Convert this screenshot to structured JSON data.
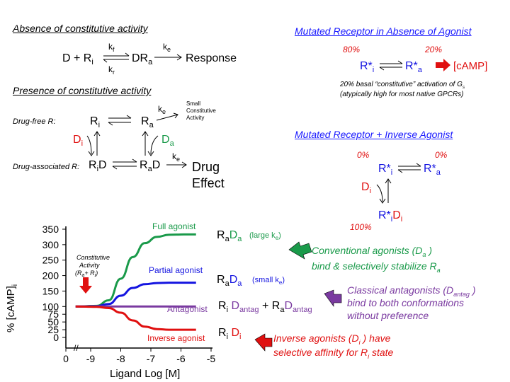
{
  "colors": {
    "full_agonist": "#1a9a4a",
    "partial_agonist": "#1414e0",
    "antagonist": "#7a3aa0",
    "inverse_agonist": "#e01010",
    "title_blue": "#1a1aff"
  },
  "top_left": {
    "absence_title": "Absence of constitutive activity",
    "presence_title": "Presence of constitutive activity",
    "eq1_left": "D + R",
    "eq1_kf": "k",
    "eq1_kr": "k",
    "eq1_mid": "DR",
    "eq1_ke": "k",
    "eq1_right": "Response",
    "drug_free_label": "Drug-free R:",
    "drug_assoc_label": "Drug-associated R:",
    "small_const": "Small",
    "small_const2": "Constitutive",
    "small_const3": "Activity",
    "drug_effect1": "Drug",
    "drug_effect2": "Effect"
  },
  "right": {
    "mutated_title": "Mutated Receptor in Absence of Agonist",
    "pct_80": "80%",
    "pct_20": "20%",
    "camp": "[cAMP]",
    "basal_line1": "20% basal “constitutive” activation of G",
    "basal_line2": "(atypically high for most native GPCRs)",
    "inverse_title": "Mutated Receptor + Inverse Agonist",
    "pct_0a": "0%",
    "pct_0b": "0%",
    "pct_100": "100%"
  },
  "chart_data": {
    "type": "line",
    "ylabel": "% [cAMP]",
    "xlabel": "Ligand Log [M]",
    "x_ticks": [
      "0",
      "-9",
      "-8",
      "-7",
      "-6",
      "-5"
    ],
    "y_ticks": [
      "0",
      "25",
      "50",
      "75",
      "100",
      "150",
      "200",
      "250",
      "300",
      "350"
    ],
    "annotation": "Constitutive Activity (R + R )",
    "series": [
      {
        "name": "Full agonist",
        "x": [
          -9.5,
          -8.8,
          -8.4,
          -8.0,
          -7.6,
          -7.2,
          -6.8,
          -6.4,
          -5.9,
          -5.5
        ],
        "values": [
          100,
          102,
          120,
          190,
          260,
          305,
          325,
          332,
          333,
          333
        ]
      },
      {
        "name": "Partial agonist",
        "x": [
          -9.5,
          -8.8,
          -8.4,
          -8.0,
          -7.6,
          -7.2,
          -6.8,
          -6.4,
          -5.9,
          -5.5
        ],
        "values": [
          100,
          101,
          108,
          135,
          160,
          172,
          176,
          177,
          177,
          177
        ]
      },
      {
        "name": "Antagonist",
        "x": [
          -9.5,
          -5.5
        ],
        "values": [
          100,
          100
        ]
      },
      {
        "name": "Inverse agonist",
        "x": [
          -9.5,
          -8.8,
          -8.4,
          -8.0,
          -7.6,
          -7.2,
          -6.8,
          -6.4,
          -5.9,
          -5.5
        ],
        "values": [
          100,
          99,
          95,
          80,
          55,
          35,
          27,
          25,
          25,
          25
        ]
      }
    ]
  },
  "curve_labels": {
    "full": "Full agonist",
    "partial": "Partial agonist",
    "antagonist": "Antagonist",
    "inverse": "Inverse agonist",
    "large_ke": "(large k",
    "small_ke": "(small k"
  },
  "explanations": {
    "conv1": "Conventional agonists (D",
    "conv2": "bind & selectively stabilize R",
    "class1": "Classical antagonists (D",
    "class2": "bind to both conformations",
    "class3": "without preference",
    "inv1": "Inverse agonists (D",
    "inv2": "selective affinity for R",
    "inv_have": ") have"
  }
}
